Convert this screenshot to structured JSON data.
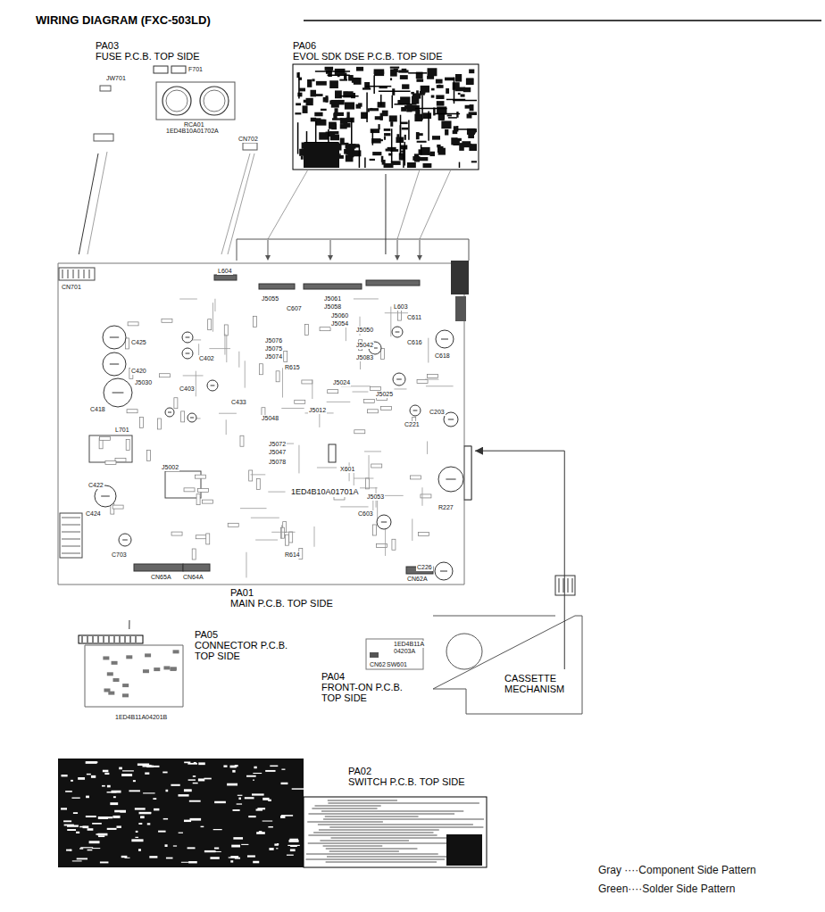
{
  "diagram": {
    "title": "WIRING DIAGRAM (FXC-503LD)",
    "nodes": [
      {
        "text": [
          "PA03",
          "FUSE P.C.B. TOP SIDE"
        ]
      },
      {
        "text": [
          "PA06",
          "EVOL SDK DSE P.C.B. TOP SIDE"
        ]
      },
      {
        "text": [
          "PA01",
          "MAIN P.C.B. TOP SIDE"
        ]
      },
      {
        "text": [
          "PA05",
          "CONNECTOR P.C.B. TOP SIDE"
        ]
      },
      {
        "text": [
          "PA04",
          "FRONT-ON P.C.B. TOP SIDE"
        ]
      },
      {
        "text": [
          "CASSETTE MECHANISM"
        ]
      },
      {
        "text": [
          "PA02",
          "SWITCH P.C.B. TOP SIDE"
        ]
      }
    ],
    "edges": [
      {
        "from": 0,
        "to": 2,
        "arrow": "none"
      },
      {
        "from": 1,
        "to": 2,
        "arrow": "none"
      },
      {
        "from": 3,
        "to": 2,
        "arrow": "none"
      },
      {
        "from": 5,
        "to": 2,
        "arrow": "to"
      }
    ],
    "labels": [
      "JW701",
      "F701",
      "RCA01",
      "1ED4B10A01702A",
      "CN702",
      "CN701",
      "L604",
      "J5055",
      "J5061",
      "J5058",
      "C607",
      "L603",
      "C611",
      "J5060",
      "J5054",
      "J5076",
      "J5075",
      "J5074",
      "R615",
      "J5050",
      "J5042",
      "J5083",
      "C616",
      "C618",
      "C425",
      "C420",
      "C418",
      "J5030",
      "C403",
      "C402",
      "C433",
      "L701",
      "J5002",
      "J5048",
      "J5072",
      "J5047",
      "J5078",
      "X601",
      "J5012",
      "J5025",
      "J5024",
      "C221",
      "C203",
      "C422",
      "C424",
      "C703",
      "1ED4B10A01701A",
      "R614",
      "J5053",
      "C603",
      "C226",
      "CN65A",
      "CN64A",
      "CN62A",
      "R227",
      "1ED4B11A04201B",
      "1ED4B11A",
      "04203A",
      "CN62B",
      "SW601",
      "Gray ····Component Side Pattern",
      "Green····Solder Side Pattern"
    ]
  }
}
